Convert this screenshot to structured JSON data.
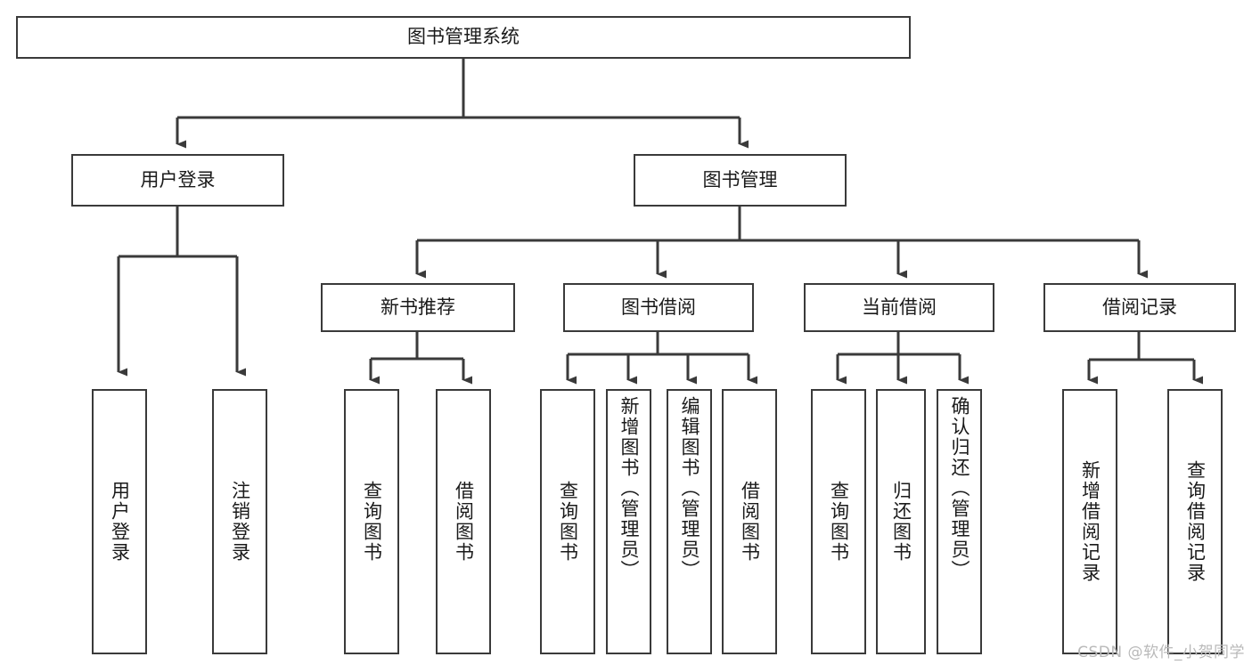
{
  "diagram": {
    "type": "tree-hierarchy-functional-decomposition",
    "background_color": "#ffffff",
    "stroke_color": "#3a3a3a",
    "text_color": "#1a1a1a",
    "root": {
      "label": "图书管理系统"
    },
    "level2": [
      {
        "label": "用户登录"
      },
      {
        "label": "图书管理"
      }
    ],
    "level3": [
      {
        "label": "新书推荐"
      },
      {
        "label": "图书借阅"
      },
      {
        "label": "当前借阅"
      },
      {
        "label": "借阅记录"
      }
    ],
    "leaves": {
      "user_login": [
        {
          "label": "用户登录"
        },
        {
          "label": "注销登录"
        }
      ],
      "new_book_recommend": [
        {
          "label": "查询图书"
        },
        {
          "label": "借阅图书"
        }
      ],
      "book_borrow": [
        {
          "label": "查询图书"
        },
        {
          "label": "新增图书（管理员）"
        },
        {
          "label": "编辑图书（管理员）"
        },
        {
          "label": "借阅图书"
        }
      ],
      "current_borrow": [
        {
          "label": "查询图书"
        },
        {
          "label": "归还图书"
        },
        {
          "label": "确认归还（管理员）"
        }
      ],
      "borrow_record": [
        {
          "label": "新增借阅记录"
        },
        {
          "label": "查询借阅记录"
        }
      ]
    }
  },
  "watermark": {
    "text": "CSDN @软件_小贺同学"
  }
}
